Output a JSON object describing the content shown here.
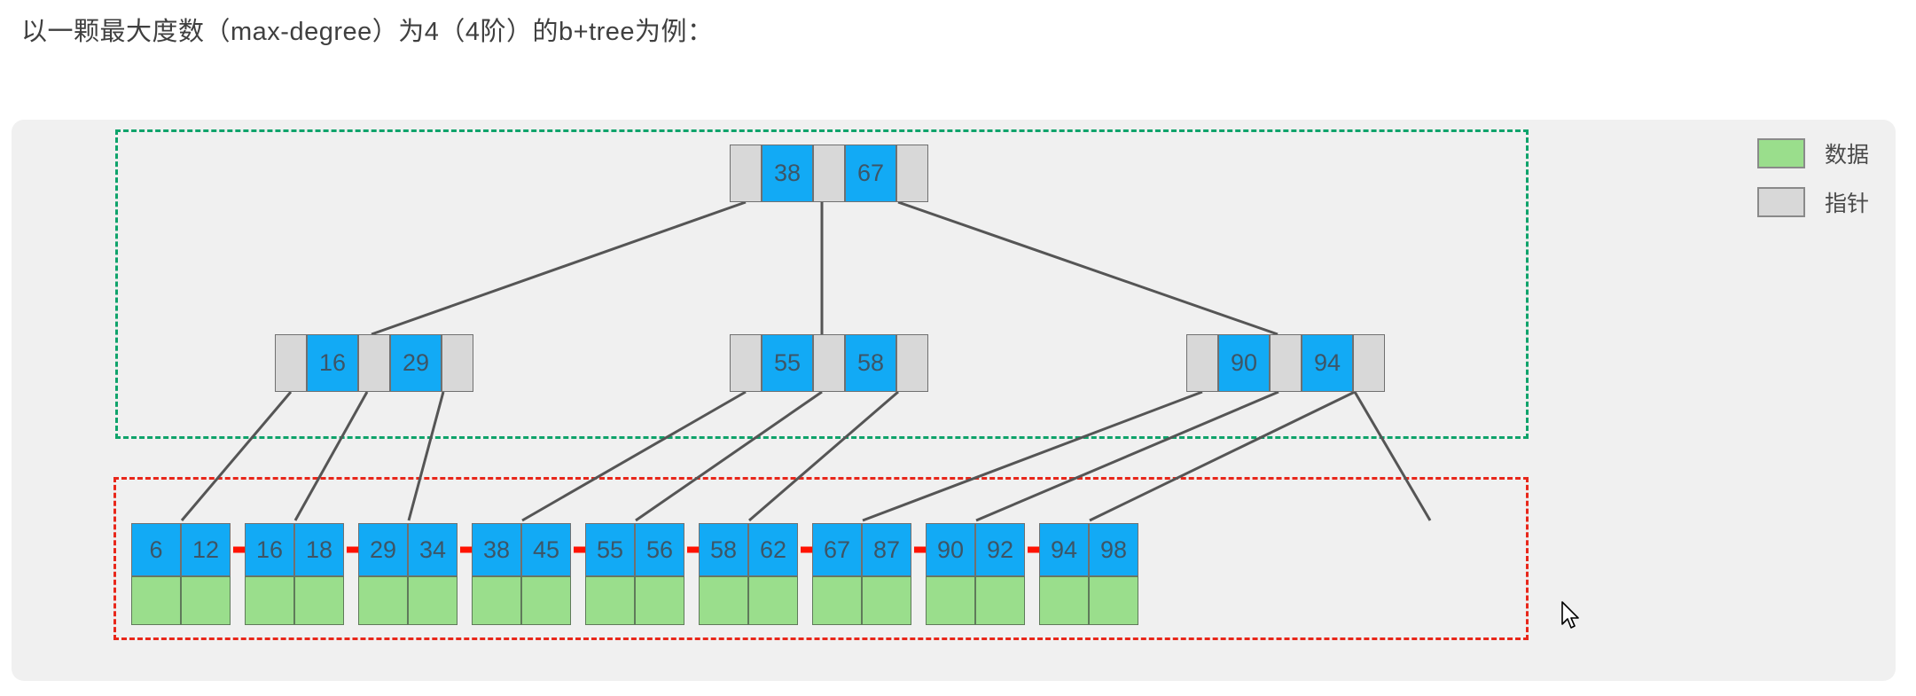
{
  "title": "以一颗最大度数（max-degree）为4（4阶）的b+tree为例：",
  "colors": {
    "panel_bg": "#f0f0f0",
    "key_blue": "#12aaf5",
    "pointer_gray": "#d8d8d8",
    "data_green": "#9ade8c",
    "internal_border": "#0fa36b",
    "leaf_border": "#e8271a",
    "link_line": "#555555",
    "arrow": "#ff1200",
    "text": "#3d5566"
  },
  "regions": {
    "internal_label": "internal-node-region",
    "leaf_label": "leaf-node-region"
  },
  "tree": {
    "root": {
      "keys": [
        "38",
        "67"
      ],
      "pointers": 3
    },
    "level2": [
      {
        "keys": [
          "16",
          "29"
        ],
        "pointers": 3
      },
      {
        "keys": [
          "55",
          "58"
        ],
        "pointers": 3
      },
      {
        "keys": [
          "90",
          "94"
        ],
        "pointers": 3
      }
    ],
    "leaves": [
      {
        "keys": [
          "6",
          "12"
        ]
      },
      {
        "keys": [
          "16",
          "18"
        ]
      },
      {
        "keys": [
          "29",
          "34"
        ]
      },
      {
        "keys": [
          "38",
          "45"
        ]
      },
      {
        "keys": [
          "55",
          "56"
        ]
      },
      {
        "keys": [
          "58",
          "62"
        ]
      },
      {
        "keys": [
          "67",
          "87"
        ]
      },
      {
        "keys": [
          "90",
          "92"
        ]
      },
      {
        "keys": [
          "94",
          "98"
        ]
      }
    ]
  },
  "legend": [
    {
      "swatch": "green",
      "label": "数据"
    },
    {
      "swatch": "gray",
      "label": "指针"
    }
  ],
  "cursor": {
    "icon": "mouse-pointer-icon"
  }
}
